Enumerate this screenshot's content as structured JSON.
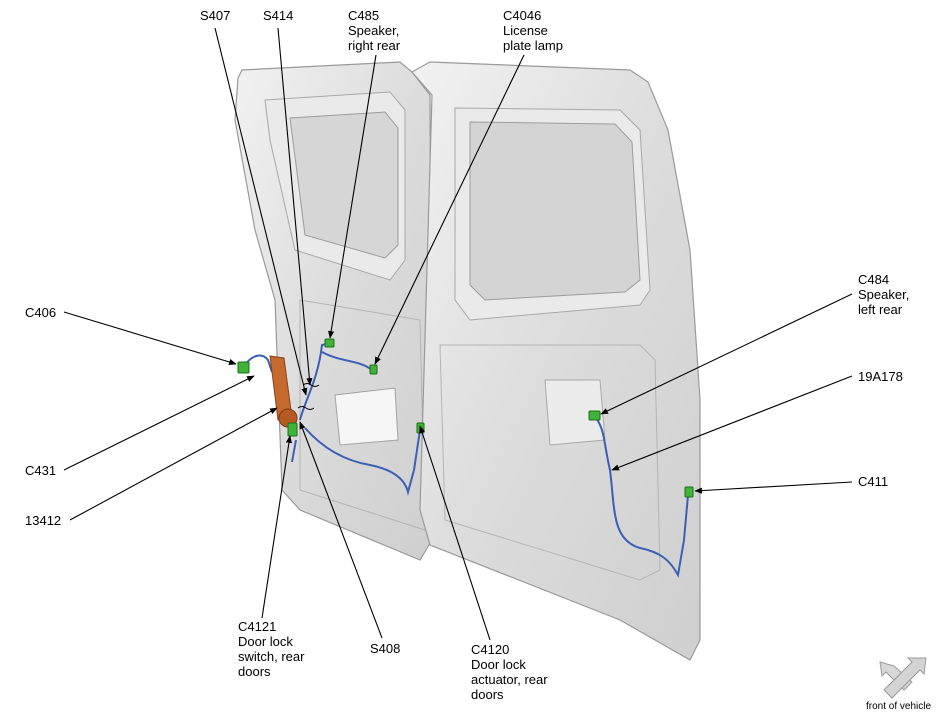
{
  "callouts": {
    "s407": "S407",
    "s414": "S414",
    "c485": "C485\nSpeaker,\nright rear",
    "c4046": "C4046\nLicense\nplate lamp",
    "c406": "C406",
    "c484": "C484\nSpeaker,\nleft rear",
    "harness_19a178": "19A178",
    "c411": "C411",
    "c431": "C431",
    "harness_13412": "13412",
    "c4121": "C4121\nDoor lock\nswitch, rear\ndoors",
    "s408": "S408",
    "c4120": "C4120\nDoor lock\nactuator, rear\ndoors"
  },
  "orientation": {
    "label": "front of vehicle",
    "icon": "arrow-front-icon"
  },
  "colors": {
    "door_panel": "#e4e4e4",
    "harness_wire": "#3a5fb5",
    "connector": "#3fb23a",
    "harness_sleeve": "#c46a2e",
    "leader_line": "#000000"
  }
}
